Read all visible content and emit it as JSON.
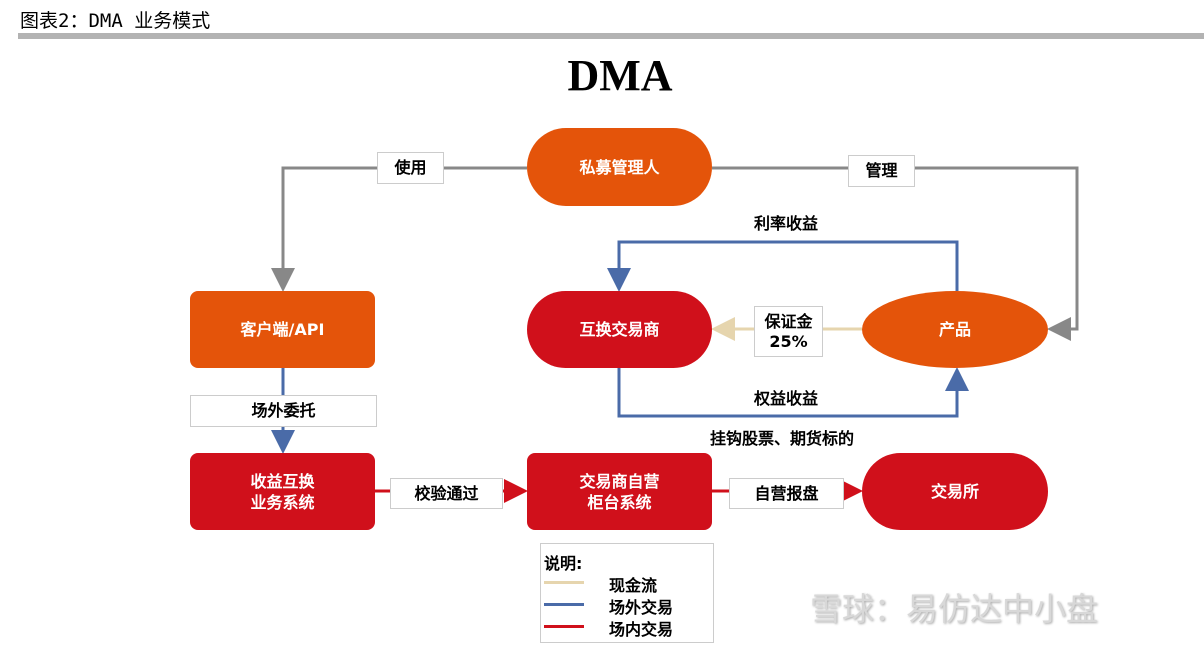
{
  "figure_title": "图表2：DMA 业务模式",
  "diagram_title": "DMA",
  "nodes": {
    "manager": "私募管理人",
    "client": "客户端/API",
    "swap_dealer": "互换交易商",
    "product": "产品",
    "swap_system_l1": "收益互换",
    "swap_system_l2": "业务系统",
    "counter_l1": "交易商自营",
    "counter_l2": "柜台系统",
    "exchange": "交易所"
  },
  "labels": {
    "use": "使用",
    "manage": "管理",
    "rate_income": "利率收益",
    "margin_l1": "保证金",
    "margin_l2": "25%",
    "equity_income": "权益收益",
    "linked": "挂钩股票、期货标的",
    "otc_order": "场外委托",
    "validated": "校验通过",
    "proprietary": "自营报盘"
  },
  "legend": {
    "title": "说明:",
    "items": [
      {
        "label": "现金流",
        "color": "#E6D5AE"
      },
      {
        "label": "场外交易",
        "color": "#4A6BA8"
      },
      {
        "label": "场内交易",
        "color": "#D0101B"
      }
    ]
  },
  "watermark": "雪球：易仿达中小盘"
}
